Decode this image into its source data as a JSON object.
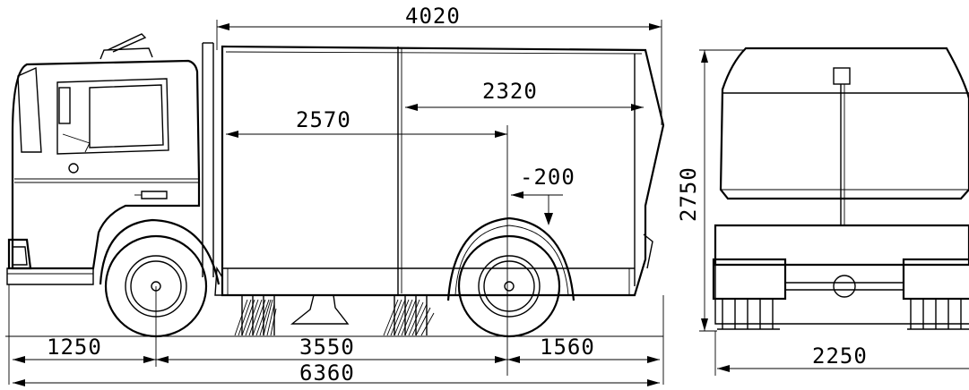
{
  "drawing": {
    "dimensions": {
      "overall_length": "6360",
      "front_overhang": "1250",
      "wheelbase": "3550",
      "rear_overhang": "1560",
      "body_length": "4020",
      "upper_inner": "2320",
      "inner_length": "2570",
      "offset": "-200",
      "height": "2750",
      "width": "2250"
    }
  }
}
